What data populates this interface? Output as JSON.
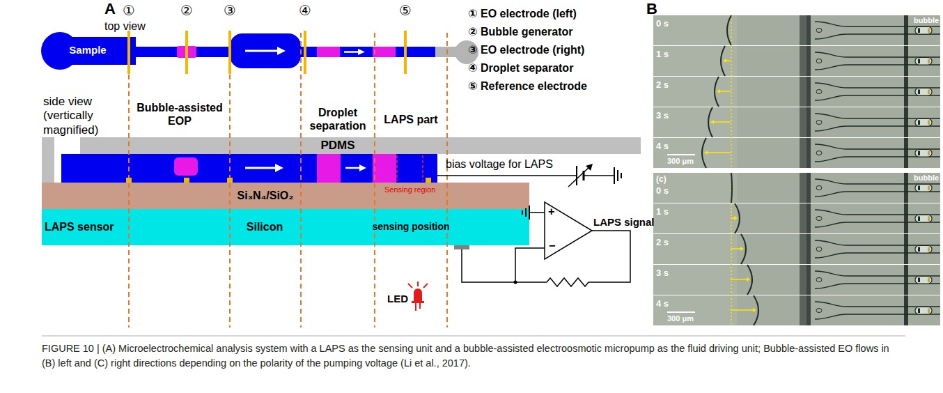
{
  "diagram": {
    "caption": "FIGURE 10 | (A) Microelectrochemical analysis system with a LAPS as the sensing unit and a bubble-assisted electroosmotic micropump as the fluid driving unit; Bubble-assisted EO flows in (B) left and (C) right directions depending on the polarity of the pumping voltage (Li et al., 2017).",
    "nodes": [
      {
        "text": [
          "Sample"
        ]
      },
      {
        "text": [
          "PDMS"
        ]
      },
      {
        "text": [
          "Si₃N₄/SiO₂"
        ]
      },
      {
        "text": [
          "LAPS sensor",
          "Silicon",
          "sensing position"
        ]
      }
    ],
    "labels": [
      "A",
      "top view",
      "①",
      "②",
      "③",
      "④",
      "⑤",
      "① EO electrode (left)",
      "② Bubble generator",
      "③ EO electrode (right)",
      "④ Droplet separator",
      "⑤ Reference electrode",
      "side view (vertically magnified)",
      "Bubble-assisted EOP",
      "Droplet separation",
      "LAPS part",
      "Sensing region",
      "bias voltage for LAPS",
      "+",
      "−",
      "LAPS signal",
      "LED",
      "B",
      "bubble",
      "0 s",
      "1 s",
      "2 s",
      "3 s",
      "4 s",
      "300 μm",
      "(c)",
      "bubble",
      "0 s",
      "1 s",
      "2 s",
      "3 s",
      "4 s",
      "300 μm"
    ]
  }
}
